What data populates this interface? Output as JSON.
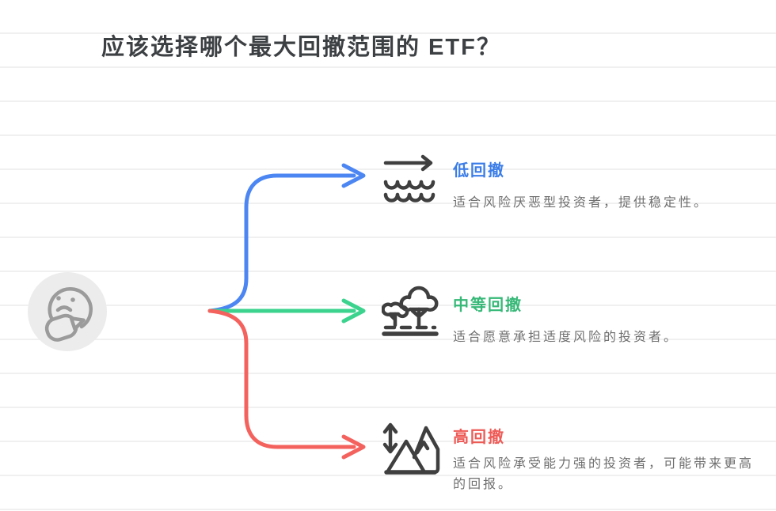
{
  "title": "应该选择哪个最大回撤范围的 ETF？",
  "center": {
    "icon": "thinking-face-icon"
  },
  "branches": [
    {
      "id": "low",
      "label": "低回撤",
      "description": "适合风险厌恶型投资者，提供稳定性。",
      "color": "#3b7de8",
      "connector_color": "#4c86f3",
      "icon": "water-waves-icon"
    },
    {
      "id": "medium",
      "label": "中等回撤",
      "description": "适合愿意承担适度风险的投资者。",
      "color": "#36b877",
      "connector_color": "#3bd38e",
      "icon": "trees-icon"
    },
    {
      "id": "high",
      "label": "高回撤",
      "description": "适合风险承受能力强的投资者，可能带来更高的回报。",
      "color": "#ee5a56",
      "connector_color": "#f4625e",
      "icon": "mountains-icon"
    }
  ],
  "colors": {
    "title_ink": "#3d4043",
    "description_text": "#6f6f6f",
    "icon_ink": "#3f3f3f",
    "ruled_line": "#f0f0f0",
    "face_background": "#ececec",
    "face_stroke": "#9b9b9b"
  }
}
